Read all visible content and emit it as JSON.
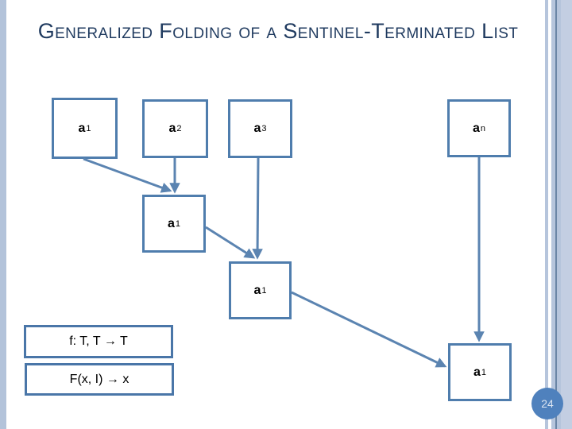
{
  "slide": {
    "title": "Generalized Folding of a Sentinel-Terminated List",
    "page_number": "24",
    "nodes": [
      {
        "base": "a",
        "sup": "1"
      },
      {
        "base": "a",
        "sup": "2"
      },
      {
        "base": "a",
        "sup": "3"
      },
      {
        "base": "a",
        "sup": "n"
      },
      {
        "base": "a",
        "sup": "1"
      },
      {
        "base": "a",
        "sup": "1"
      },
      {
        "base": "a",
        "sup": "1"
      }
    ],
    "function_boxes": {
      "signature": "f: T, T → T",
      "application": "F(x, I) → x"
    },
    "colors": {
      "box_border": "#4f7dad",
      "function_box_border": "#4a76a8",
      "arrow": "#5b84b1",
      "title_text": "#1f3a5f",
      "stripe_light": "#b6c5dc",
      "stripe_lighter": "#c3cee2",
      "stripe_dark": "#6b86a6",
      "page_badge_bg": "#4f81bd",
      "page_badge_text": "#dbe5f1"
    }
  }
}
